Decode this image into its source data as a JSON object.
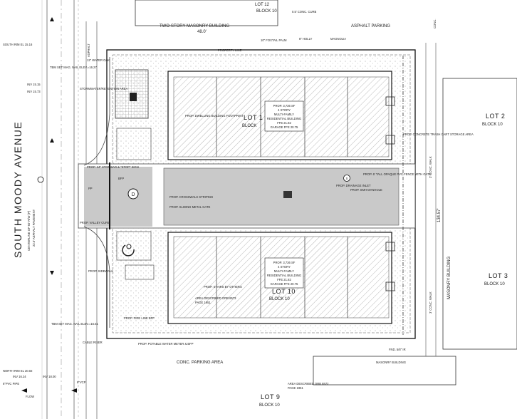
{
  "lots": {
    "lot12": "LOT 12",
    "block12": "BLOCK 10",
    "lot1": "LOT 1",
    "lot1_block": "BLOCK",
    "lot2": "LOT 2",
    "block2": "BLOCK 10",
    "lot3": "LOT 3",
    "block3": "BLOCK 10",
    "lot10": "LOT 10",
    "block10": "BLOCK 10",
    "lot9": "LOT 9",
    "block9": "BLOCK 10"
  },
  "buildings": {
    "top": {
      "line1": "PROP. 3,736 SF",
      "line2": "4 STORY",
      "line3": "MULTI-FAMILY",
      "line4": "RESIDENTIAL BUILDING",
      "line5": "FFE 21.82",
      "line6": "GARAGE FFE 20.75"
    },
    "bottom": {
      "line1": "PROP. 3,736 SF",
      "line2": "4 STORY",
      "line3": "MULTI-FAMILY",
      "line4": "RESIDENTIAL BUILDING",
      "line5": "FFE 21.82",
      "line6": "GARAGE FFE 20.75"
    }
  },
  "labels": {
    "two_story": "TWO-STORY MASONRY BUILDING",
    "asphalt_parking": "ASPHALT PARKING",
    "conc_curb": "0.5' CONC. CURB",
    "street": "SOUTH MOODY AVENUE",
    "centerline": "CENTERLINE OF 60' R/W (P)",
    "pavement": "22.6' ASPHALT PAVEMENT",
    "masonry_right": "MASONRY BUILDING",
    "masonry_bottom": "MASONRY BUILDING",
    "conc_parking": "CONC. PARKING AREA",
    "conc_walk": "3' CONC. WALK",
    "conc_walk2": "3' CONC. WALK",
    "dim_top": "48.0'",
    "dim_right": "134.57'",
    "area_orb_top": "AREA DESCRIBED ORB 8573",
    "area_page_top": "PAGE 1951",
    "area_orb_bottom": "AREA DESCRIBED ORB 8572",
    "area_page_bottom": "PAGE 1951",
    "drainage": "PROP. DRAINAGE INLET",
    "manhole": "PROP. SMH MANHOLE",
    "crosswalk": "PROP. CROSSWALK STRIPING",
    "sliding_gate": "PROP. SLIDING METAL GATE",
    "storm": "STORMWATER/RETENTION AREA",
    "valley_curb": "PROP. VALLEY CURB",
    "sidewalk": "PROP. SIDEWALK",
    "stop_bar": "PROP. 24\" STOP BAR & \"STOP\" SIGN",
    "property_line": "PROPERTY LINE",
    "fence": "PROP. 6' TALL OPAQUE PVC FENCE WITH GATE",
    "trash": "PROP. CONCRETE TRASH CART STORAGE AREA",
    "dwelling": "PROP. DWELLING BUILDING FOOTPRINT",
    "palm": "10\" FOXTAIL PALM",
    "holly": "8\" HOLLY",
    "magnolia": "MAGNOLIA",
    "tbm1": "TBM SET MAG. NAIL ELEV.=16.27",
    "tbm2": "TBM SET MAG. NAIL ELEV.=16.51",
    "south_rim": "SOUTH RIM EL 15.16",
    "north_rim": "NORTH RIM EL 20.02",
    "inv1": "INV 15.15",
    "inv2": "INV 15.73",
    "inv3": "INV 16.24",
    "inv4": "INV 18.00",
    "flow": "FLOW",
    "vcp": "8\"VCP",
    "pvc": "6\"PVC PIPE",
    "oak": "12\" WATER OAK",
    "cable": "CABLE RISER",
    "stairs": "PROP. STAIRS BY OTHERS",
    "potable": "PROP. POTABLE WATER METER & BFP",
    "fire_line": "PROP. FIRE LINE BFP",
    "d_mark": "D",
    "s_mark": "S",
    "pp": "PP",
    "bfp": "BFP",
    "asphalt_left": "ASPHALT",
    "conc_left": "CONC.",
    "fnd": "FND. 5/8\" IR"
  }
}
